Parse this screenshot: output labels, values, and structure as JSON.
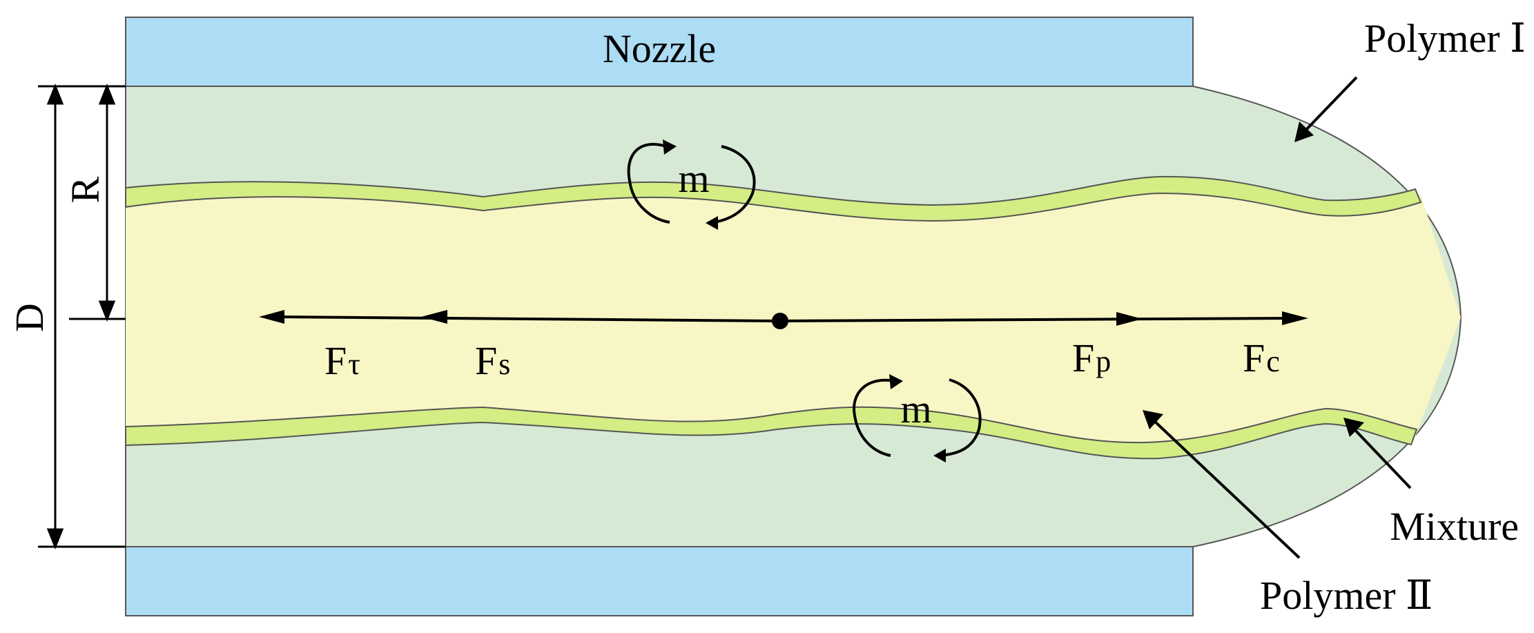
{
  "labels": {
    "nozzle": "Nozzle",
    "polymer1": "Polymer Ⅰ",
    "polymer2": "Polymer Ⅱ",
    "mixture": "Mixture",
    "dim_D": "D",
    "dim_R": "R",
    "moment": "m"
  },
  "forces": [
    {
      "base": "F",
      "sub": "τ"
    },
    {
      "base": "F",
      "sub": "s"
    },
    {
      "base": "F",
      "sub": "p"
    },
    {
      "base": "F",
      "sub": "c"
    }
  ],
  "colors": {
    "nozzle_fill": "#ADDCF5",
    "polymer1_fill": "#D6E9D5",
    "polymer2_fill": "#F8F6C5",
    "mixture_fill": "#D4ED84",
    "outline": "#555555",
    "ink": "#000000"
  }
}
